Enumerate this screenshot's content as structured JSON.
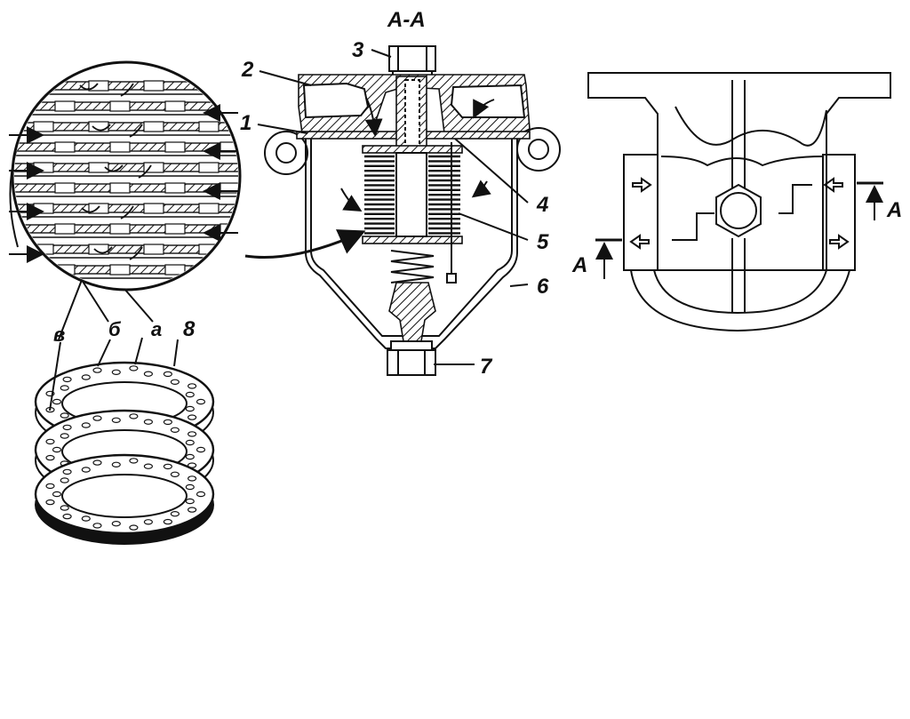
{
  "section_title": "A-A",
  "section_mark_left": "A",
  "section_mark_right": "A",
  "callouts": {
    "c1": "1",
    "c2": "2",
    "c3": "3",
    "c4": "4",
    "c5": "5",
    "c6": "6",
    "c7": "7",
    "c8": "8",
    "ca": "а",
    "cb": "б",
    "cv": "в"
  },
  "colors": {
    "line": "#111111",
    "background": "#ffffff"
  }
}
